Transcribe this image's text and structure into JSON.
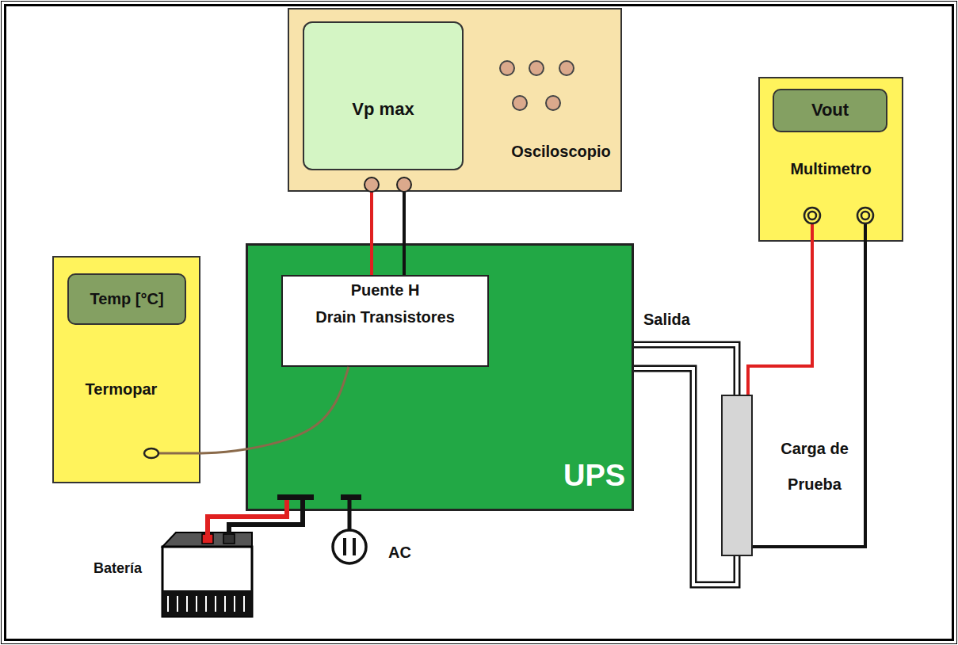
{
  "diagram": {
    "nodes": [
      {
        "text": [
          "Osciloscopio"
        ]
      },
      {
        "text": [
          "Vp max"
        ],
        "in": 0
      },
      {
        "text": [
          "Multimetro"
        ]
      },
      {
        "text": [
          "Vout"
        ],
        "in": 2
      },
      {
        "text": [
          "Termopar"
        ]
      },
      {
        "text": [
          "Temp [°C]"
        ],
        "in": 4
      },
      {
        "text": [
          "UPS"
        ]
      },
      {
        "text": [
          "Puente H",
          "Drain Transistores"
        ],
        "in": 6
      },
      {
        "text": [
          "Carga de Prueba"
        ]
      }
    ],
    "edges": [
      {
        "from": 0,
        "to": 7,
        "arrow": "none"
      },
      {
        "from": 0,
        "to": 7,
        "arrow": "none"
      },
      {
        "from": 4,
        "to": 7,
        "arrow": "none"
      },
      {
        "from": 6,
        "to": 8,
        "arrow": "none"
      },
      {
        "from": 6,
        "to": 8,
        "arrow": "none"
      },
      {
        "from": 2,
        "to": 8,
        "arrow": "none"
      },
      {
        "from": 2,
        "to": 8,
        "arrow": "none"
      }
    ],
    "labels": [
      "Salida",
      "Batería",
      "AC"
    ]
  }
}
